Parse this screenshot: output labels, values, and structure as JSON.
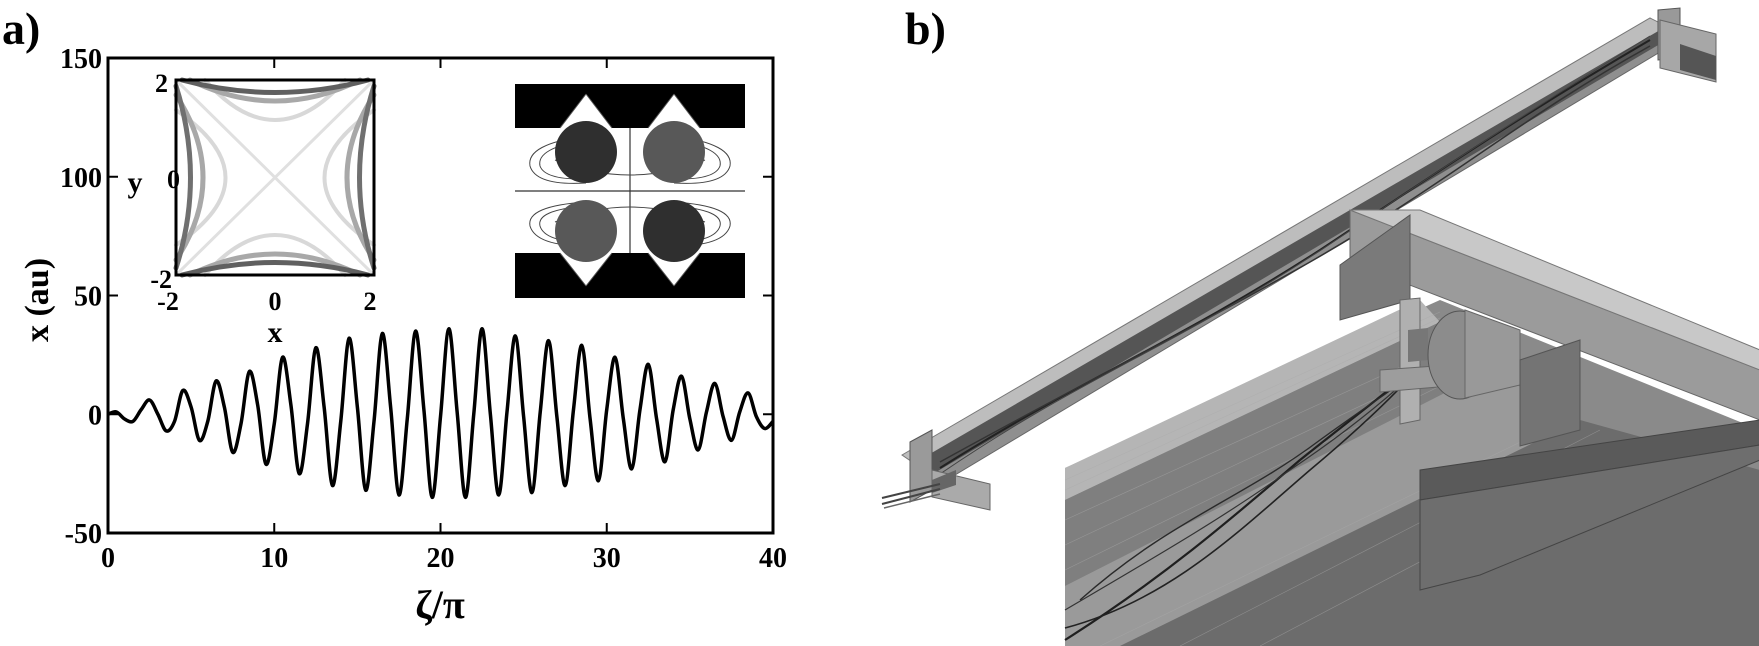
{
  "panel_a_label": "a)",
  "panel_b_label": "b)",
  "chart_data": {
    "type": "line",
    "xlabel": "ζ/π",
    "ylabel": "x (au)",
    "xlim": [
      0,
      40
    ],
    "ylim": [
      -50,
      150
    ],
    "xticks": [
      "0",
      "10",
      "20",
      "30",
      "40"
    ],
    "yticks": [
      "-50",
      "0",
      "50",
      "100",
      "150"
    ],
    "series": [
      {
        "x": [
          0,
          0.5,
          1.0,
          1.5,
          2.0,
          2.5,
          3.0,
          3.5,
          4.0,
          4.5,
          5.0,
          5.5,
          6.0,
          6.5,
          7.0,
          7.5,
          8.0,
          8.5,
          9.0,
          9.5,
          10.0,
          10.5,
          11.0,
          11.5,
          12.0,
          12.5,
          13.0,
          13.5,
          14.0,
          14.5,
          15.0,
          15.5,
          16.0,
          16.5,
          17.0,
          17.5,
          18.0,
          18.5,
          19.0,
          19.5,
          20.0,
          20.5,
          21.0,
          21.5,
          22.0,
          22.5,
          23.0,
          23.5,
          24.0,
          24.5,
          25.0,
          25.5,
          26.0,
          26.5,
          27.0,
          27.5,
          28.0,
          28.5,
          29.0,
          29.5,
          30.0,
          30.5,
          31.0,
          31.5,
          32.0,
          32.5,
          33.0,
          33.5,
          34.0,
          34.5,
          35.0,
          35.5,
          36.0,
          36.5,
          37.0,
          37.5,
          38.0,
          38.5,
          39.0,
          39.5,
          40.0
        ],
        "y": [
          0,
          1,
          -2,
          -3,
          2,
          6,
          0,
          -7,
          -3,
          10,
          3,
          -11,
          -3,
          14,
          3,
          -16,
          -4,
          18,
          4,
          -21,
          -4,
          24,
          4,
          -25,
          -4,
          28,
          3,
          -30,
          -3,
          32,
          3,
          -32,
          -3,
          34,
          3,
          -34,
          -2,
          35,
          2,
          -35,
          -1,
          36,
          1,
          -35,
          0,
          36,
          0,
          -34,
          1,
          33,
          -1,
          -33,
          1,
          31,
          -1,
          -30,
          2,
          29,
          -2,
          -28,
          2,
          24,
          -2,
          -23,
          2,
          21,
          -2,
          -20,
          2,
          16,
          -2,
          -15,
          1,
          13,
          -1,
          -11,
          1,
          9,
          -1,
          -6,
          -3
        ]
      }
    ]
  },
  "inset_contour": {
    "xlabel": "x",
    "ylabel": "y",
    "xticks": [
      "-2",
      "0",
      "2"
    ],
    "yticks": [
      "-2",
      "0",
      "2"
    ]
  }
}
